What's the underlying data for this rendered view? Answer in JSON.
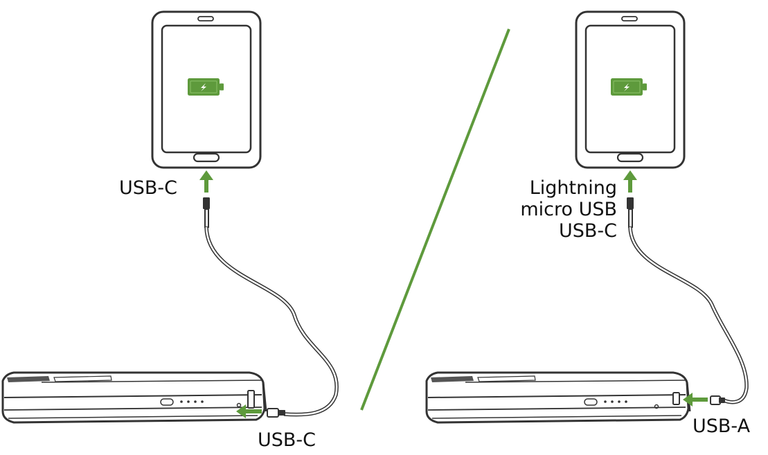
{
  "colors": {
    "accent_green": "#5e9a3c",
    "outline": "#333333",
    "text": "#111111"
  },
  "left_setup": {
    "device_port_label": "USB-C",
    "powerbank_port_label": "USB-C"
  },
  "right_setup": {
    "device_port_labels": [
      "Lightning",
      "micro USB",
      "USB-C"
    ],
    "powerbank_port_label": "USB-A"
  },
  "icons": [
    "tablet-icon",
    "battery-charging-icon",
    "arrow-up-icon",
    "arrow-left-icon",
    "power-bank-icon",
    "cable-icon"
  ]
}
